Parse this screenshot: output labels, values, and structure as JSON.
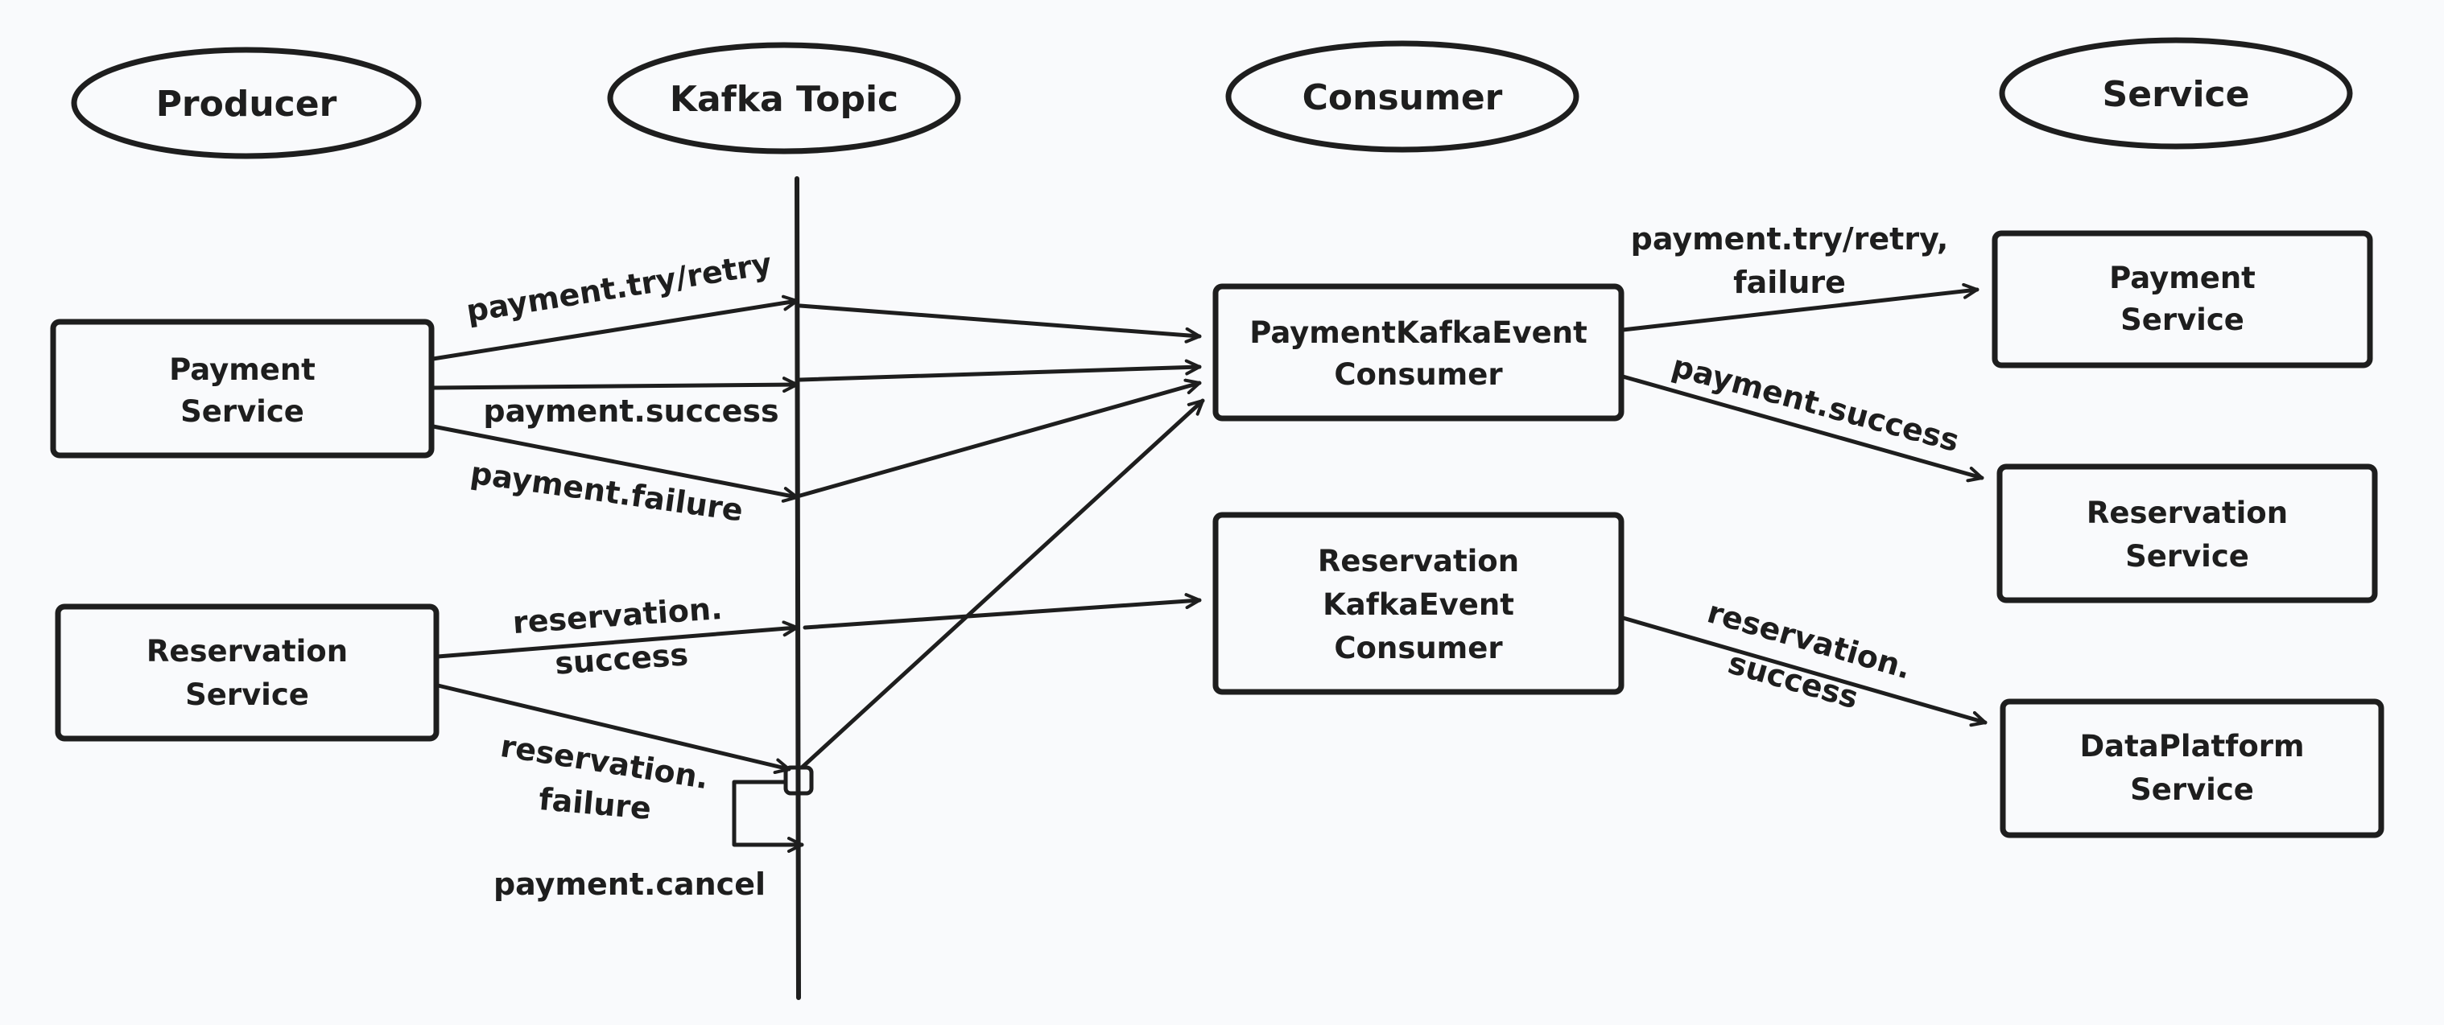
{
  "headers": {
    "producer": "Producer",
    "kafka_topic": "Kafka Topic",
    "consumer": "Consumer",
    "service": "Service"
  },
  "producers": {
    "payment_service": [
      "Payment",
      "Service"
    ],
    "reservation_service": [
      "Reservation",
      "Service"
    ]
  },
  "consumers": {
    "payment_consumer": [
      "PaymentKafkaEvent",
      "Consumer"
    ],
    "reservation_consumer": [
      "Reservation",
      "KafkaEvent",
      "Consumer"
    ]
  },
  "services": {
    "payment_service": [
      "Payment",
      "Service"
    ],
    "reservation_service": [
      "Reservation",
      "Service"
    ],
    "dataplatform_service": [
      "DataPlatform",
      "Service"
    ]
  },
  "labels": {
    "payment_try_retry": "payment.try/retry",
    "payment_success": "payment.success",
    "payment_failure": "payment.failure",
    "reservation_success": [
      "reservation.",
      "success"
    ],
    "reservation_failure": [
      "reservation.",
      "failure"
    ],
    "payment_cancel": "payment.cancel",
    "out_payment_try": [
      "payment.try/retry,",
      "failure"
    ],
    "out_payment_success": "payment.success",
    "out_reservation_success": [
      "reservation.",
      "success"
    ]
  }
}
